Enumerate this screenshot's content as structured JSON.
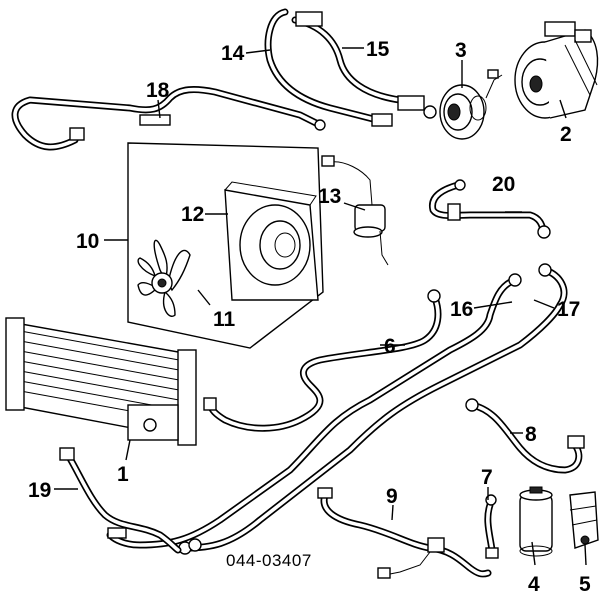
{
  "diagram_number": "044-03407",
  "callouts": [
    {
      "id": "1",
      "label": "1"
    },
    {
      "id": "2",
      "label": "2"
    },
    {
      "id": "3",
      "label": "3"
    },
    {
      "id": "4",
      "label": "4"
    },
    {
      "id": "5",
      "label": "5"
    },
    {
      "id": "6",
      "label": "6"
    },
    {
      "id": "7",
      "label": "7"
    },
    {
      "id": "8",
      "label": "8"
    },
    {
      "id": "9",
      "label": "9"
    },
    {
      "id": "10",
      "label": "10"
    },
    {
      "id": "11",
      "label": "11"
    },
    {
      "id": "12",
      "label": "12"
    },
    {
      "id": "13",
      "label": "13"
    },
    {
      "id": "14",
      "label": "14"
    },
    {
      "id": "15",
      "label": "15"
    },
    {
      "id": "16",
      "label": "16"
    },
    {
      "id": "17",
      "label": "17"
    },
    {
      "id": "18",
      "label": "18"
    },
    {
      "id": "19",
      "label": "19"
    },
    {
      "id": "20",
      "label": "20"
    }
  ]
}
